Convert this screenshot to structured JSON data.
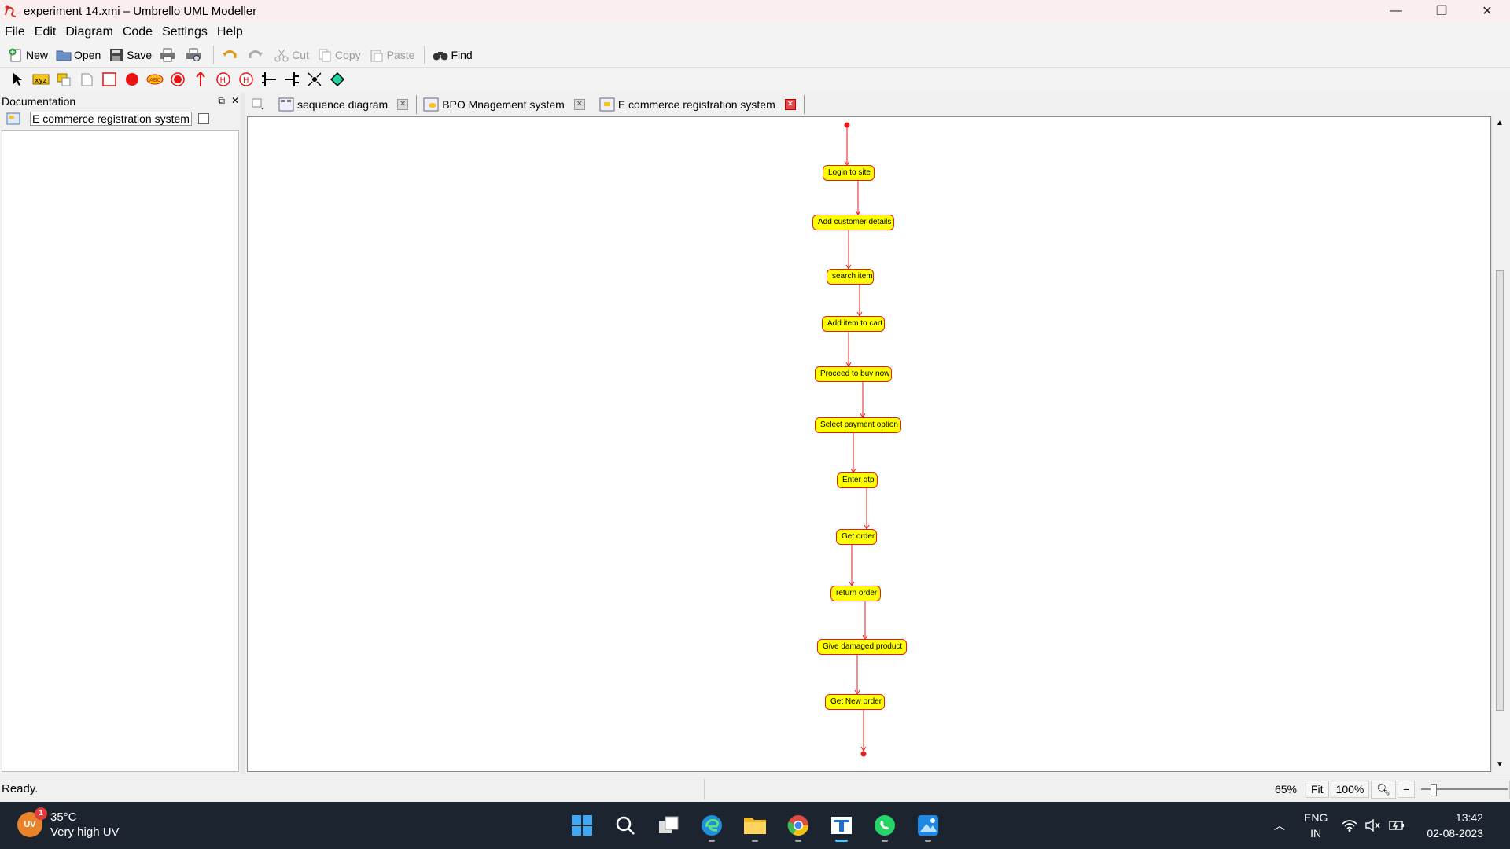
{
  "window": {
    "title": "experiment 14.xmi – Umbrello UML Modeller"
  },
  "menu": [
    "File",
    "Edit",
    "Diagram",
    "Code",
    "Settings",
    "Help"
  ],
  "toolbar": {
    "new": "New",
    "open": "Open",
    "save": "Save",
    "cut": "Cut",
    "copy": "Copy",
    "paste": "Paste",
    "find": "Find"
  },
  "doc_panel": {
    "title": "Documentation",
    "item": "E commerce registration system"
  },
  "tabs": [
    {
      "label": "sequence diagram"
    },
    {
      "label": "BPO Mnagement system"
    },
    {
      "label": "E commerce registration system",
      "active": true
    }
  ],
  "diagram": {
    "activities": [
      "Login to site",
      "Add customer details",
      "search item",
      "Add item to cart",
      "Proceed to buy now",
      "Select payment option",
      "Enter otp",
      "Get order",
      "return order",
      "Give damaged product",
      "Get New order"
    ],
    "colors": {
      "fill": "#ffff00",
      "border": "#e51c1c",
      "flow": "#e51c1c"
    }
  },
  "status": {
    "text": "Ready.",
    "zoom": "65%",
    "fit": "Fit",
    "hundred": "100%"
  },
  "taskbar": {
    "weather_badge": "1",
    "uv_label": "UV",
    "temperature": "35°C",
    "condition": "Very high UV",
    "lang_top": "ENG",
    "lang_bottom": "IN",
    "time": "13:42",
    "date": "02-08-2023"
  }
}
